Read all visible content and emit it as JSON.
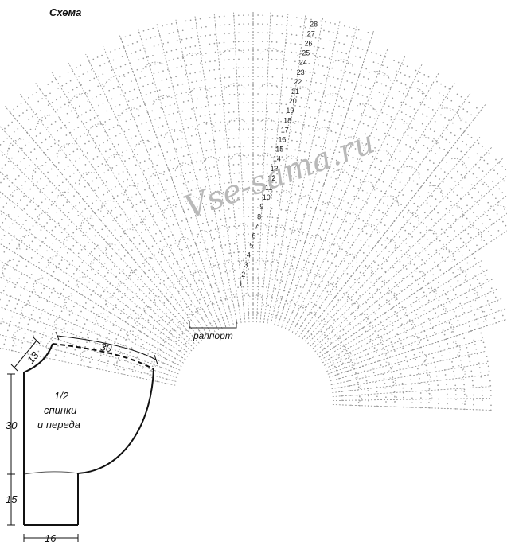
{
  "diagram": {
    "title": "Схема",
    "rapport_label": "раппорт",
    "watermark": "Vse-sama.ru",
    "row_numbers": [
      "1",
      "2",
      "3",
      "4",
      "5",
      "6",
      "7",
      "8",
      "9",
      "10",
      "11",
      "12",
      "13",
      "14",
      "15",
      "16",
      "17",
      "18",
      "19",
      "20",
      "21",
      "22",
      "23",
      "24",
      "25",
      "26",
      "27",
      "28"
    ]
  },
  "pattern_piece": {
    "label_line1": "1/2",
    "label_line2": "спинки",
    "label_line3": "и переда",
    "dim_neck": "13",
    "dim_shoulder": "30",
    "dim_armhole_height": "30",
    "dim_side_height": "15",
    "dim_bottom": "16"
  }
}
